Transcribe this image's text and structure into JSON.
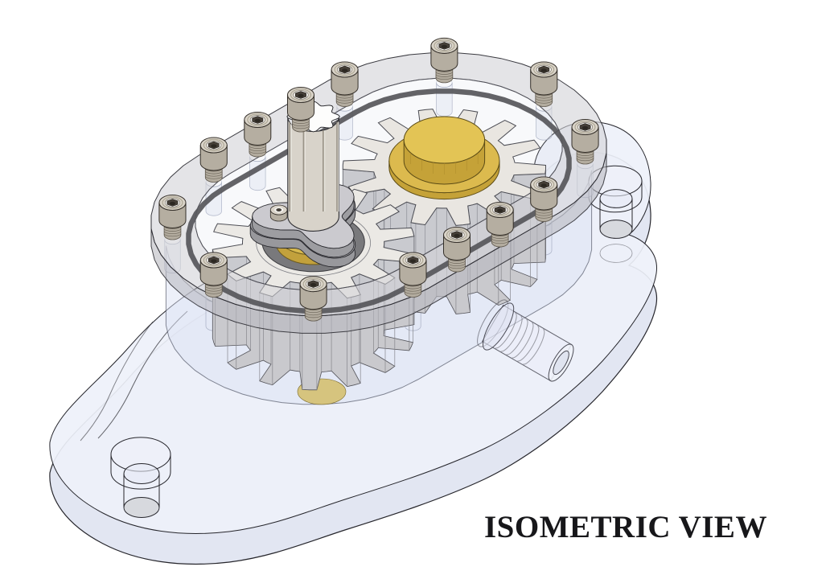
{
  "view_label": "ISOMETRIC VIEW",
  "drawing": {
    "type": "cad-isometric-assembly",
    "subject": "external gear pump assembly",
    "fastener_count": 14,
    "gear_tooth_count": 14,
    "retainer_screw_count": 2,
    "spline_groove_count": 8,
    "parts": [
      {
        "name": "base-plate",
        "description": "transparent base flange with two counterbored mounting holes"
      },
      {
        "name": "pump-body",
        "description": "transparent oval pump housing body"
      },
      {
        "name": "cover-plate",
        "description": "translucent oval cover plate"
      },
      {
        "name": "o-ring-seal",
        "description": "dark elastomer O-ring in oval groove"
      },
      {
        "name": "drive-gear",
        "description": "spur gear on splined drive shaft"
      },
      {
        "name": "driven-gear",
        "description": "spur gear with brass hub"
      },
      {
        "name": "retainer-plate",
        "description": "trilobe shaft retainer plate"
      },
      {
        "name": "drive-shaft",
        "description": "splined drive shaft"
      },
      {
        "name": "brass-hub",
        "description": "brass hub bushing"
      },
      {
        "name": "brass-bushing",
        "description": "brass bushing under retainer"
      },
      {
        "name": "outlet-port",
        "description": "threaded outlet port boss"
      },
      {
        "name": "cap-screw",
        "description": "socket head cap screw"
      }
    ]
  },
  "colors": {
    "background": "#ffffff",
    "line": "#26262c",
    "base_fill": "#eef1fa",
    "base_side": "#dde2f0",
    "body_side": "#dce1f3",
    "body_stroke": "#3a3f50",
    "cover_top": "#d3d4d9",
    "cover_side": "#b8b9bf",
    "cover_glaze": "#c9cedd",
    "oring": "#57575b",
    "gear_top_left": "#f0ede6",
    "gear_top_right": "#eeeae2",
    "gear_side": "#c9c9cd",
    "gear_flute": "#84848a",
    "gold_top": "#e3c455",
    "gold_side": "#c5a238",
    "gold_dark": "#a8872a",
    "steel_top": "#dad4c9",
    "steel_side": "#b5aea1",
    "steel_dark": "#6e675c",
    "socket": "#453f38",
    "socket_hole": "#2c2822",
    "socket_hi": "#f6f5f2",
    "washer": "#6f6f73",
    "retainer_top": "#cbcacf",
    "retainer_side": "#9d9da1",
    "shaft_side": "#d8d3ca",
    "shaft_top": "#fdfdfc",
    "ghost_fill": "#e3e7f3",
    "ghost_stroke": "#98a0b6",
    "label": "#17171a"
  }
}
